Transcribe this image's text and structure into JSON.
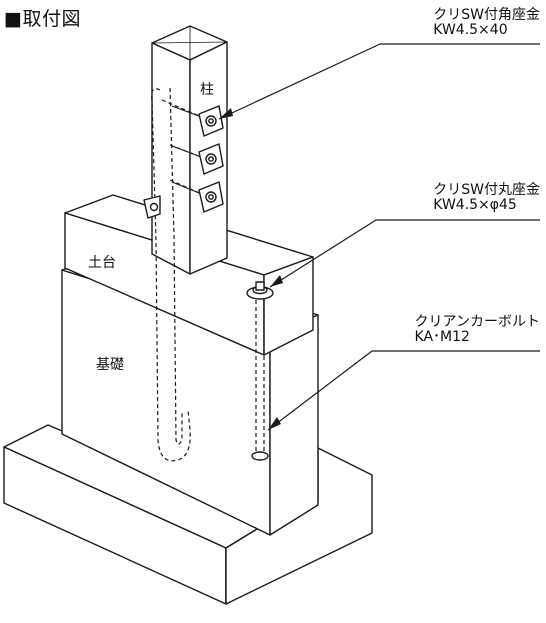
{
  "title": "■取付図",
  "callouts": {
    "square_washer": {
      "name": "クリSW付角座金",
      "model": "KW4.5×40"
    },
    "round_washer": {
      "name": "クリSW付丸座金",
      "model": "KW4.5×φ45"
    },
    "anchor_bolt": {
      "name": "クリアンカーボルト",
      "model": "KA･M12"
    }
  },
  "parts": {
    "column": "柱",
    "sill": "土台",
    "foundation": "基礎"
  }
}
